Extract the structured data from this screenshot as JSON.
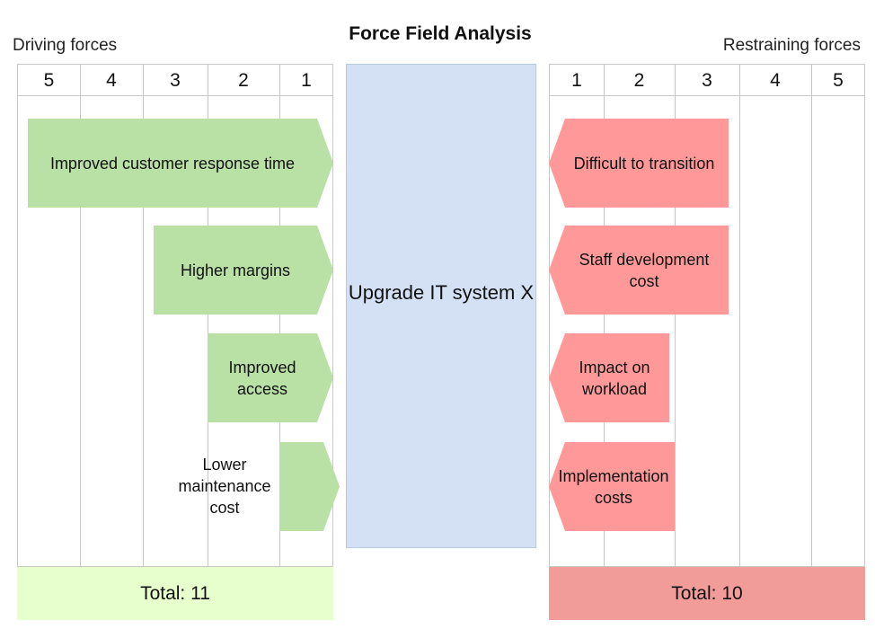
{
  "title": "Force Field Analysis",
  "driving": {
    "label": "Driving forces",
    "columns": [
      "5",
      "4",
      "3",
      "2",
      "1"
    ],
    "forces": [
      {
        "label": "Improved customer response time",
        "score": 5
      },
      {
        "label": "Higher margins",
        "score": 3
      },
      {
        "label": "Improved access",
        "score": 2
      },
      {
        "label": "Lower maintenance cost",
        "score": 1
      }
    ],
    "total": "Total: 11",
    "color": "#b9e0a5",
    "total_color": "#e6ffcc"
  },
  "restraining": {
    "label": "Restraining forces",
    "columns": [
      "1",
      "2",
      "3",
      "4",
      "5"
    ],
    "forces": [
      {
        "label": "Difficult to transition",
        "score": 3
      },
      {
        "label": "Staff development cost",
        "score": 3
      },
      {
        "label": "Impact on workload",
        "score": 2
      },
      {
        "label": "Implementation costs",
        "score": 2
      }
    ],
    "total": "Total: 10",
    "color": "#ff9999",
    "total_color": "#f19c99"
  },
  "center": {
    "text": "Upgrade IT system X",
    "color": "#d4e1f5"
  }
}
